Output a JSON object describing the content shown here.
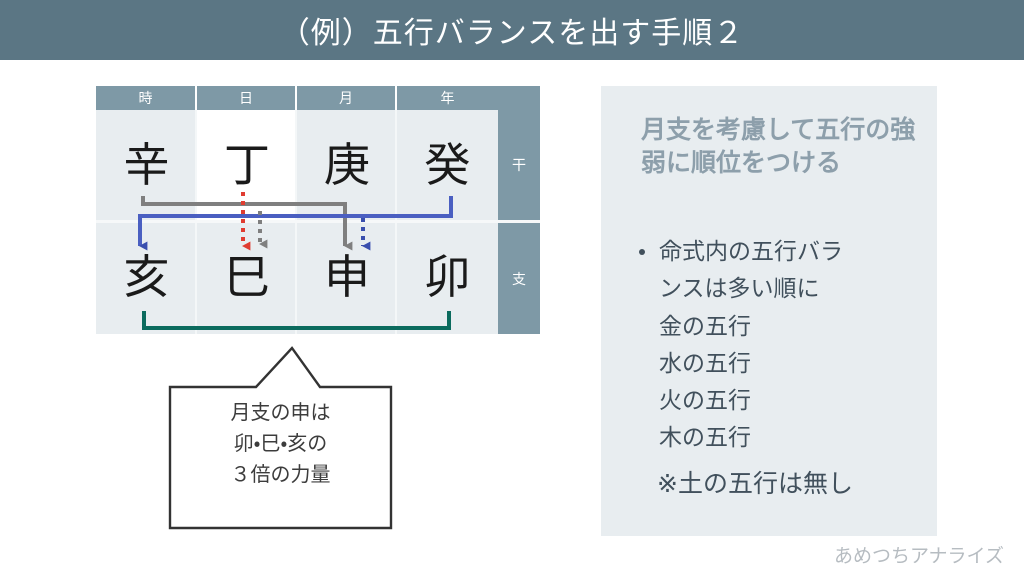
{
  "slide": {
    "title": "（例）五行バランスを出す手順２",
    "title_bar_color": "#5b7684"
  },
  "chart_data": {
    "type": "table",
    "title": "四柱命式表",
    "columns": [
      "時",
      "日",
      "月",
      "年"
    ],
    "row_labels": [
      "干",
      "支"
    ],
    "rows": [
      {
        "label": "干",
        "cells": [
          "辛",
          "丁",
          "庚",
          "癸"
        ]
      },
      {
        "label": "支",
        "cells": [
          "亥",
          "巳",
          "申",
          "卯"
        ]
      }
    ],
    "highlight_column": "日",
    "connectors": [
      {
        "name": "gray-bracket-stem",
        "color": "#7f7f7f",
        "style": "solid",
        "from": "時干 辛",
        "to": "月干 庚"
      },
      {
        "name": "blue-bracket-stem",
        "color": "#4a5fc1",
        "style": "solid",
        "from": "年干 癸",
        "to": "時支 亥"
      },
      {
        "name": "red-dotted-arrow",
        "color": "#e03c31",
        "style": "dotted",
        "to": "日支 巳"
      },
      {
        "name": "gray-dotted-arrow",
        "color": "#7f7f7f",
        "style": "dotted",
        "to": "日支 巳"
      },
      {
        "name": "gray-solid-arrow",
        "color": "#7f7f7f",
        "style": "solid",
        "to": "月支 申"
      },
      {
        "name": "blue-dotted-arrow",
        "color": "#3a4fae",
        "style": "dotted",
        "to": "月支 申"
      },
      {
        "name": "teal-bracket-branch",
        "color": "#0b6b5e",
        "style": "solid",
        "from": "時支 亥",
        "to": "年支 卯"
      }
    ],
    "colors": {
      "header": "#7e99a6",
      "cell": "#e8edf0",
      "cell_highlight": "#ffffff",
      "gray": "#7f7f7f",
      "blue": "#4a5fc1",
      "red": "#e03c31",
      "teal": "#0b6b5e"
    }
  },
  "callout": {
    "lines": [
      "月支の申は",
      "卯・巳・亥の",
      "３倍の力量"
    ],
    "border_color": "#333333"
  },
  "panel": {
    "heading": "月支を考慮して五行の強弱に順位をつける",
    "heading_color": "#8d9fab",
    "background": "#e8edf0",
    "bullets": [
      "命式内の五行バランスは多い順に\n金の五行\n水の五行\n火の五行\n木の五行"
    ],
    "bullet_lines": [
      "命式内の五行バラ",
      "ンスは多い順に",
      "金の五行",
      "水の五行",
      "火の五行",
      "木の五行"
    ],
    "note": "※土の五行は無し"
  },
  "watermark": "あめつちアナライズ"
}
